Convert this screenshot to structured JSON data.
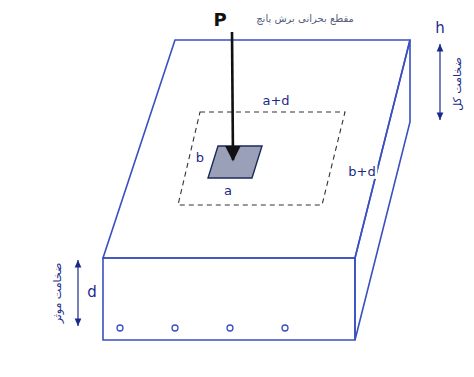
{
  "diagram": {
    "labels": [
      "P",
      "مقطع بحرانی برش پانچ",
      "a+d",
      "b+d",
      "a",
      "b",
      "h",
      "ضخامت کل",
      "d",
      "ضخامت موثر"
    ]
  }
}
